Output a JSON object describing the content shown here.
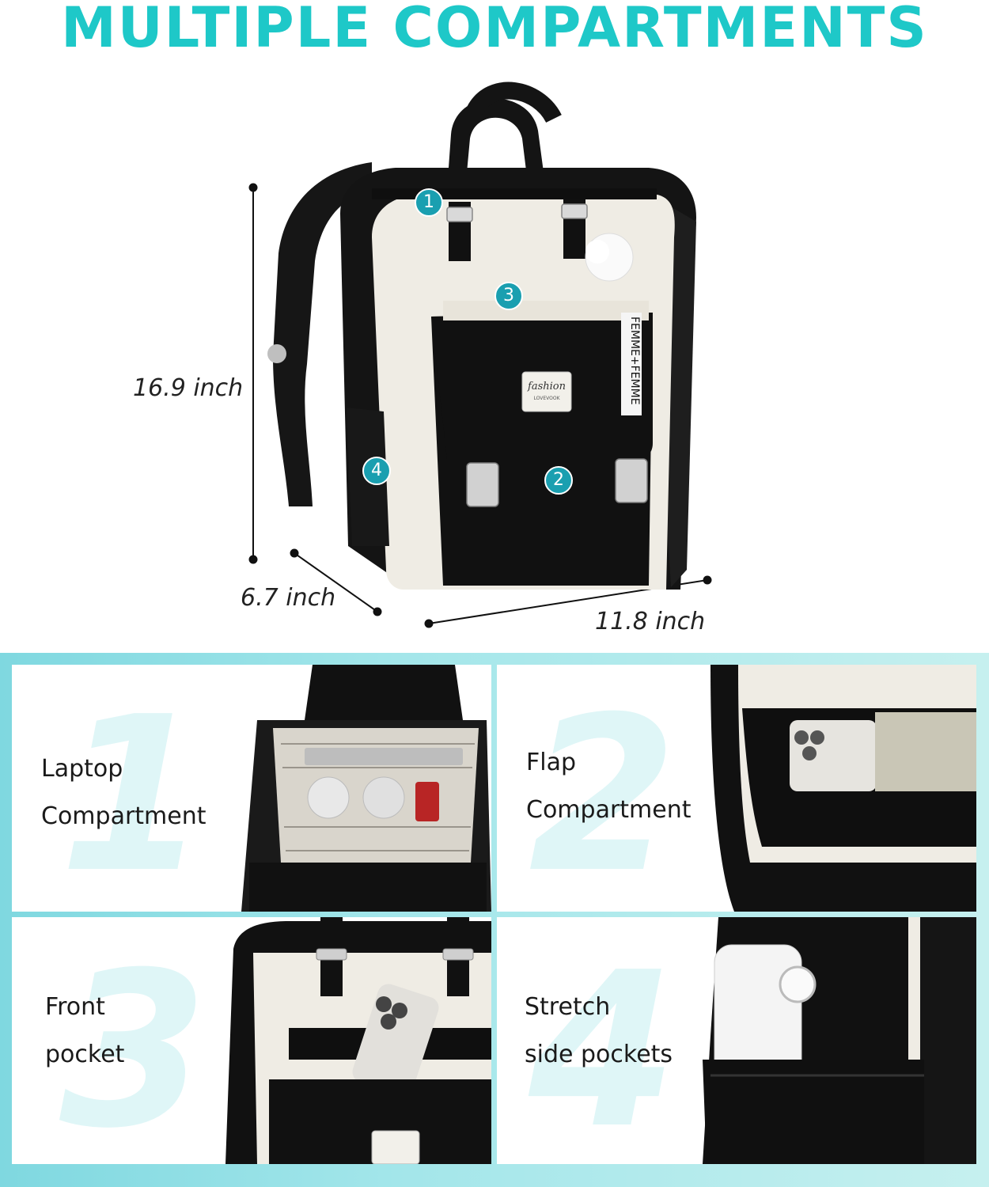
{
  "title": "MULTIPLE COMPARTMENTS",
  "dimensions": {
    "height": "16.9 inch",
    "depth": "6.7 inch",
    "width": "11.8 inch"
  },
  "product": {
    "label_script": "fashion",
    "label_brand": "LOVEVOOK",
    "strap_text": "FEMME+FEMME"
  },
  "badges": [
    "1",
    "2",
    "3",
    "4"
  ],
  "panels": [
    {
      "number": "1",
      "line1": "Laptop",
      "line2": "Compartment"
    },
    {
      "number": "2",
      "line1": "Flap",
      "line2": "Compartment"
    },
    {
      "number": "3",
      "line1": "Front",
      "line2": "pocket"
    },
    {
      "number": "4",
      "line1": "Stretch",
      "line2": "side pockets"
    }
  ],
  "colors": {
    "accent": "#1ec8c8",
    "badge": "#1a9fb0",
    "bag_black": "#111111",
    "bag_cream": "#efece4"
  }
}
